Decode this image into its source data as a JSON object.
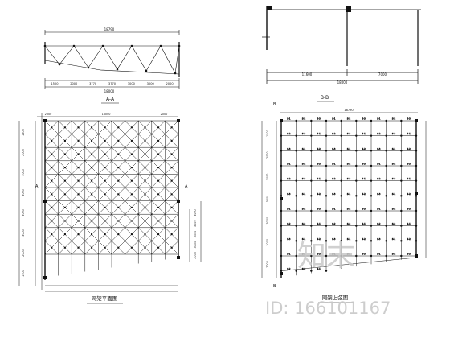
{
  "sheet": {
    "background": "#ffffff",
    "ink": "#111111",
    "watermark_color": "#c8c8c8"
  },
  "top_left_view": {
    "title": "A-A",
    "dim_top": "18790",
    "dims_bottom": [
      "1500",
      "2000",
      "3770",
      "3770",
      "3000",
      "3000",
      "2000"
    ],
    "dim_total": "18000"
  },
  "top_right_view": {
    "title": "B-B",
    "dims_bottom": [
      "11600",
      "7000"
    ],
    "dim_total": "18000"
  },
  "left_plan": {
    "title": "网架平面图",
    "title_mark": "A",
    "title_mark2": "A",
    "dims_top": [
      "2000",
      "18000",
      "2000"
    ],
    "dims_left": [
      "1500",
      "2000",
      "3000",
      "3000",
      "3000",
      "3000",
      "2000",
      "1500"
    ],
    "dims_right": [
      "3000",
      "3000",
      "3000",
      "3000",
      "2000"
    ]
  },
  "right_plan": {
    "title": "网架上弦图",
    "section_mark": "B",
    "dims_top": [
      "18790"
    ],
    "dims_left": [
      "1500",
      "2000",
      "3000",
      "3000",
      "3000",
      "3000",
      "2000"
    ],
    "member_labels": [
      "S-1",
      "S-2",
      "S-3"
    ]
  },
  "watermark": {
    "brand": "知末",
    "id_text": "ID: 166101167"
  }
}
